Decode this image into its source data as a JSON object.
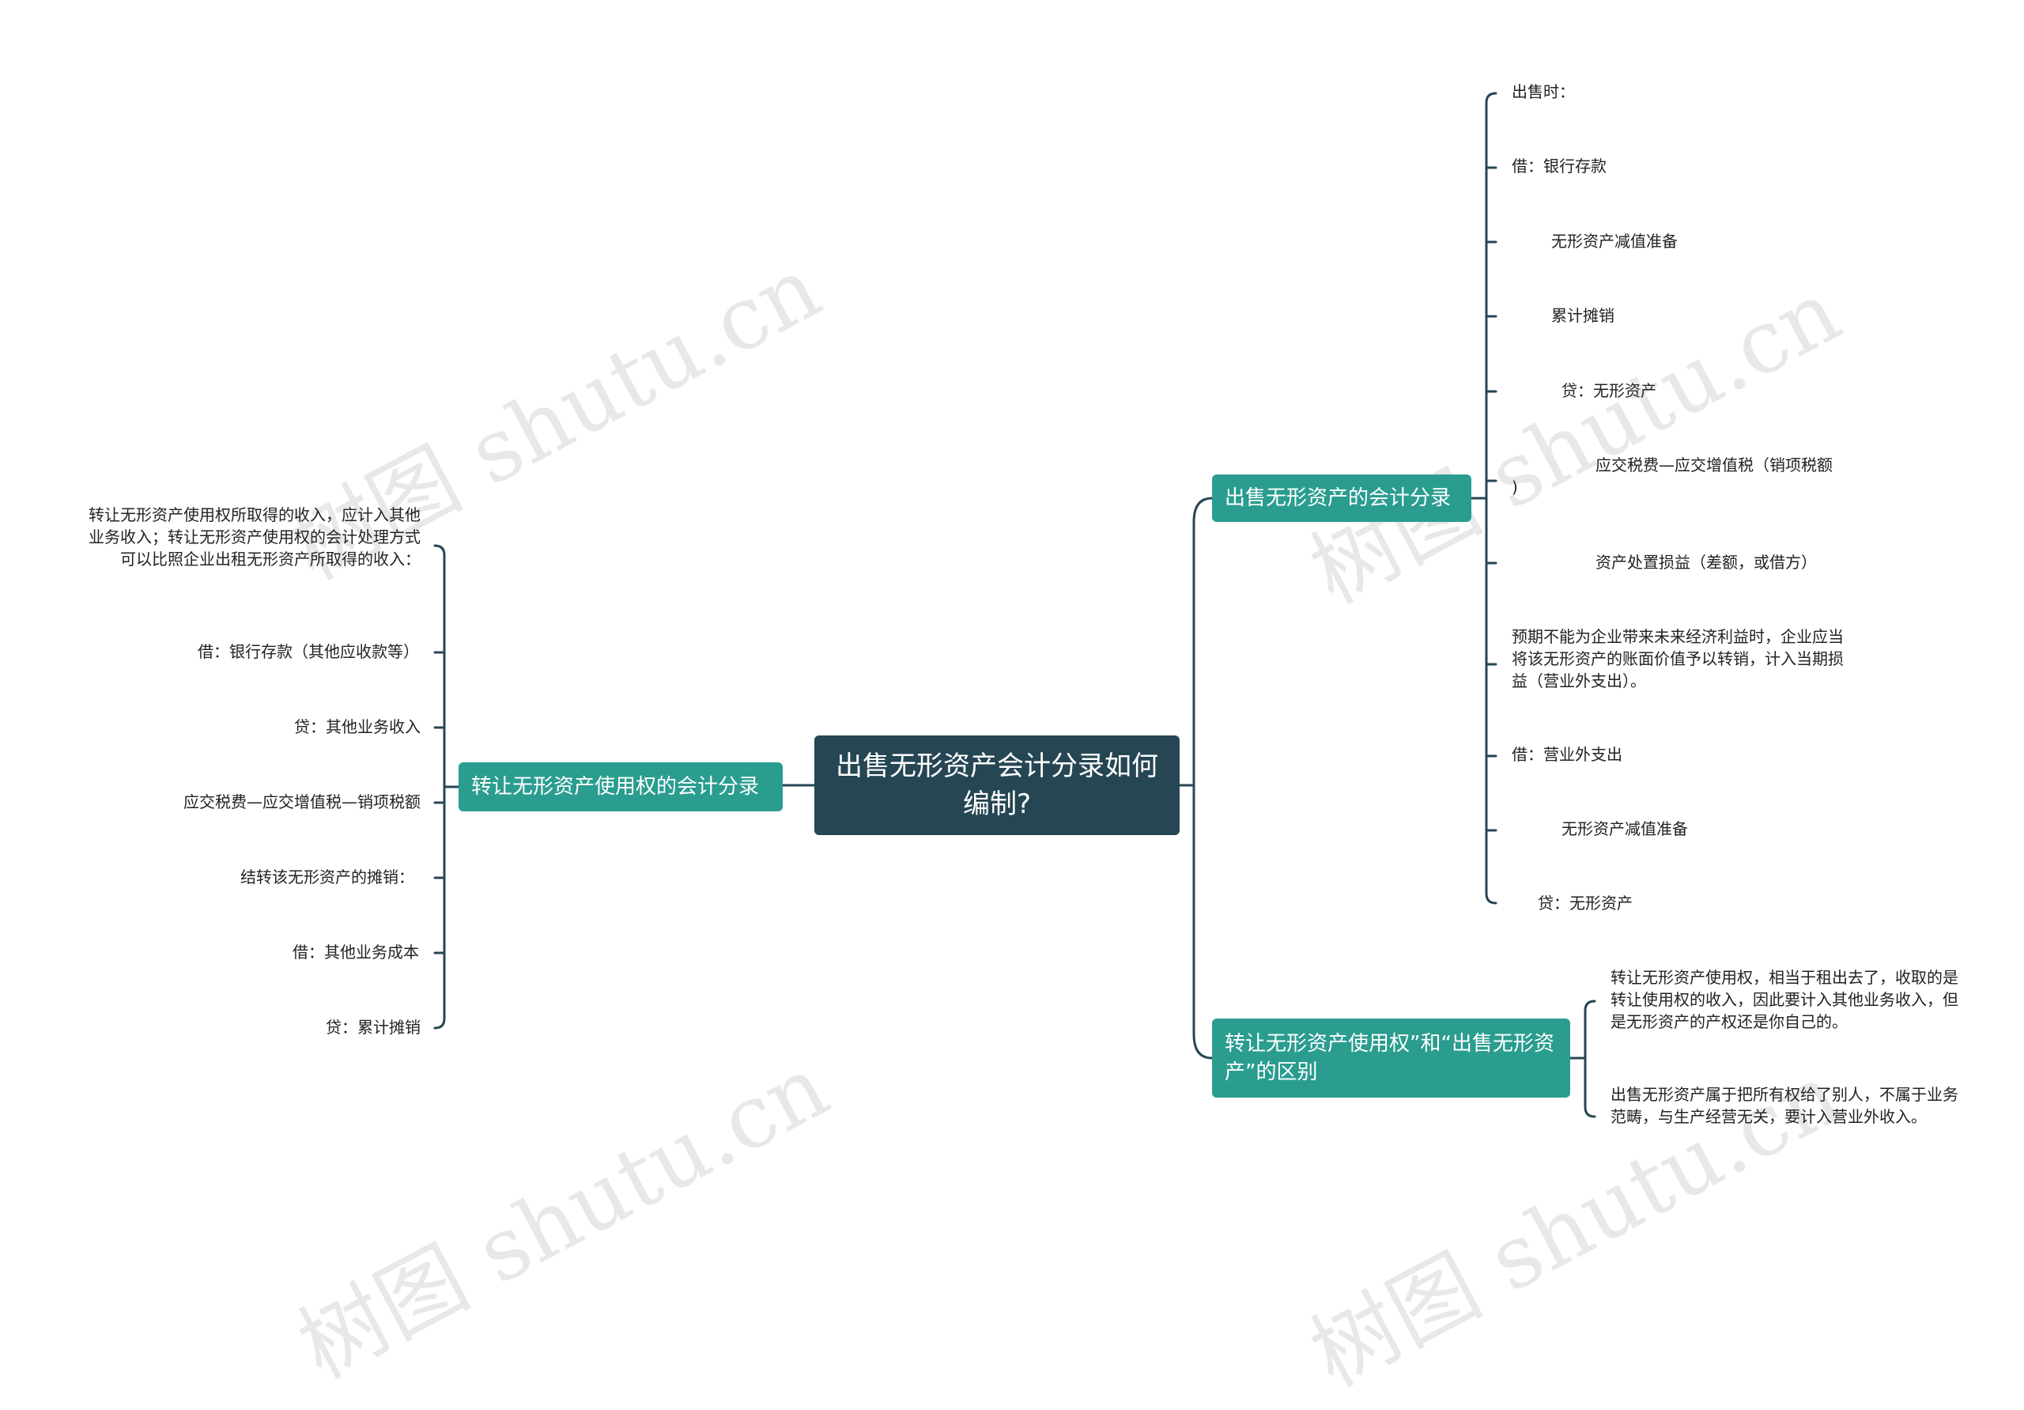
{
  "central": {
    "title": "出售无形资产会计分录如何编制?"
  },
  "branches": {
    "left": {
      "label": "转让无形资产使用权的会计分录",
      "items": [
        "转让无形资产使用权所取得的收入，应计入其他业务收入；转让无形资产使用权的会计处理方式可以比照企业出租无形资产所取得的收入：",
        "借：银行存款（其他应收款等）",
        "贷：其他业务收入",
        "应交税费—应交增值税—销项税额",
        "结转该无形资产的摊销：",
        "借：其他业务成本",
        "贷：累计摊销"
      ]
    },
    "right1": {
      "label": "出售无形资产的会计分录",
      "items": [
        "出售时：",
        "借：银行存款",
        "无形资产减值准备",
        "累计摊销",
        "贷：无形资产",
        "应交税费—应交增值税（销项税额",
        ")",
        "资产处置损益（差额，或借方）",
        "预期不能为企业带来未来经济利益时，企业应当将该无形资产的账面价值予以转销，计入当期损益（营业外支出）。",
        "借：营业外支出",
        "无形资产减值准备",
        "贷：无形资产"
      ]
    },
    "right2": {
      "label": "转让无形资产使用权”和“出售无形资产”的区别",
      "items": [
        "转让无形资产使用权，相当于租出去了，收取的是转让使用权的收入，因此要计入其他业务收入，但是无形资产的产权还是你自己的。",
        "出售无形资产属于把所有权给了别人，不属于业务范畴，与生产经营无关，要计入营业外收入。"
      ]
    }
  },
  "watermark": {
    "text": "树图 shutu.cn"
  },
  "colors": {
    "central": "#264653",
    "branch": "#2a9d8f",
    "line": "#264653"
  }
}
